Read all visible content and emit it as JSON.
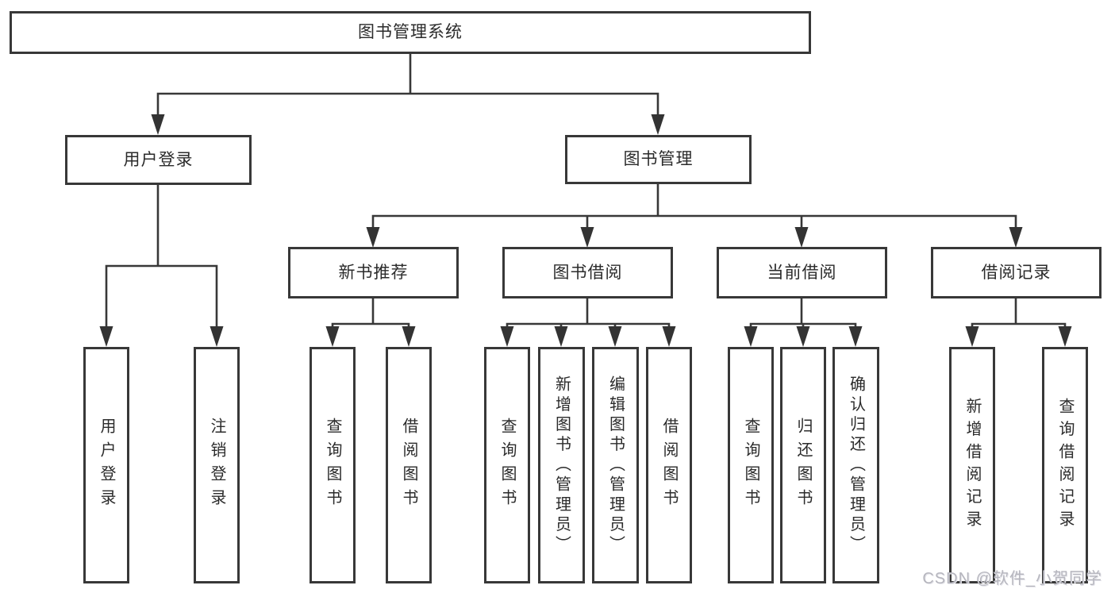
{
  "diagram": {
    "title": "图书管理系统",
    "type": "hierarchy-tree"
  },
  "tree": {
    "root": {
      "label": "图书管理系统",
      "children": [
        {
          "label": "用户登录",
          "children": [
            {
              "label": "用户登录"
            },
            {
              "label": "注销登录"
            }
          ]
        },
        {
          "label": "图书管理",
          "children": [
            {
              "label": "新书推荐",
              "children": [
                {
                  "label": "查询图书"
                },
                {
                  "label": "借阅图书"
                }
              ]
            },
            {
              "label": "图书借阅",
              "children": [
                {
                  "label": "查询图书"
                },
                {
                  "label": "新增图书（管理员）"
                },
                {
                  "label": "编辑图书（管理员）"
                },
                {
                  "label": "借阅图书"
                }
              ]
            },
            {
              "label": "当前借阅",
              "children": [
                {
                  "label": "查询图书"
                },
                {
                  "label": "归还图书"
                },
                {
                  "label": "确认归还（管理员）"
                }
              ]
            },
            {
              "label": "借阅记录",
              "children": [
                {
                  "label": "新增借阅记录"
                },
                {
                  "label": "查询借阅记录"
                }
              ]
            }
          ]
        }
      ]
    }
  },
  "watermark": {
    "text": "CSDN @软件_小贺同学"
  },
  "colors": {
    "line": "#383838",
    "arrow": "#333333",
    "box_border": "#383838",
    "box_fill": "#ffffff",
    "text": "#2b2b2b",
    "watermark": "#b6b6be",
    "background": "#ffffff"
  }
}
